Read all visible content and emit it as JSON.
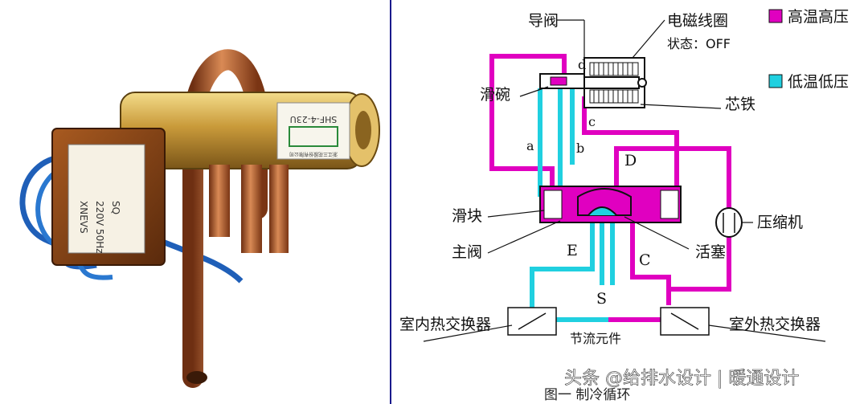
{
  "colors": {
    "high": "#e000c0",
    "low": "#20d0e0",
    "line": "#111111",
    "copper": "#b8632e",
    "brass": "#c9a24a"
  },
  "legend": {
    "high_label": "高温高压",
    "low_label": "低温低压"
  },
  "labels": {
    "pilot_valve": "导阀",
    "coil": "电磁线圈",
    "state": "状态：OFF",
    "slide_bowl": "滑碗",
    "core": "芯铁",
    "slider": "滑块",
    "main_valve": "主阀",
    "piston": "活塞",
    "compressor": "压缩机",
    "indoor_hx": "室内热交换器",
    "outdoor_hx": "室外热交换器",
    "throttle": "节流元件"
  },
  "letters": {
    "a": "a",
    "b": "b",
    "c": "c",
    "d": "d",
    "D": "D",
    "E": "E",
    "C": "C",
    "S": "S"
  },
  "photo": {
    "product_code": "SHF-4-23U",
    "label_text": "浙江三花股份有限公司"
  },
  "caption": "图一  制冷循环",
  "watermark": "头条 @给排水设计 | 暖通设计"
}
